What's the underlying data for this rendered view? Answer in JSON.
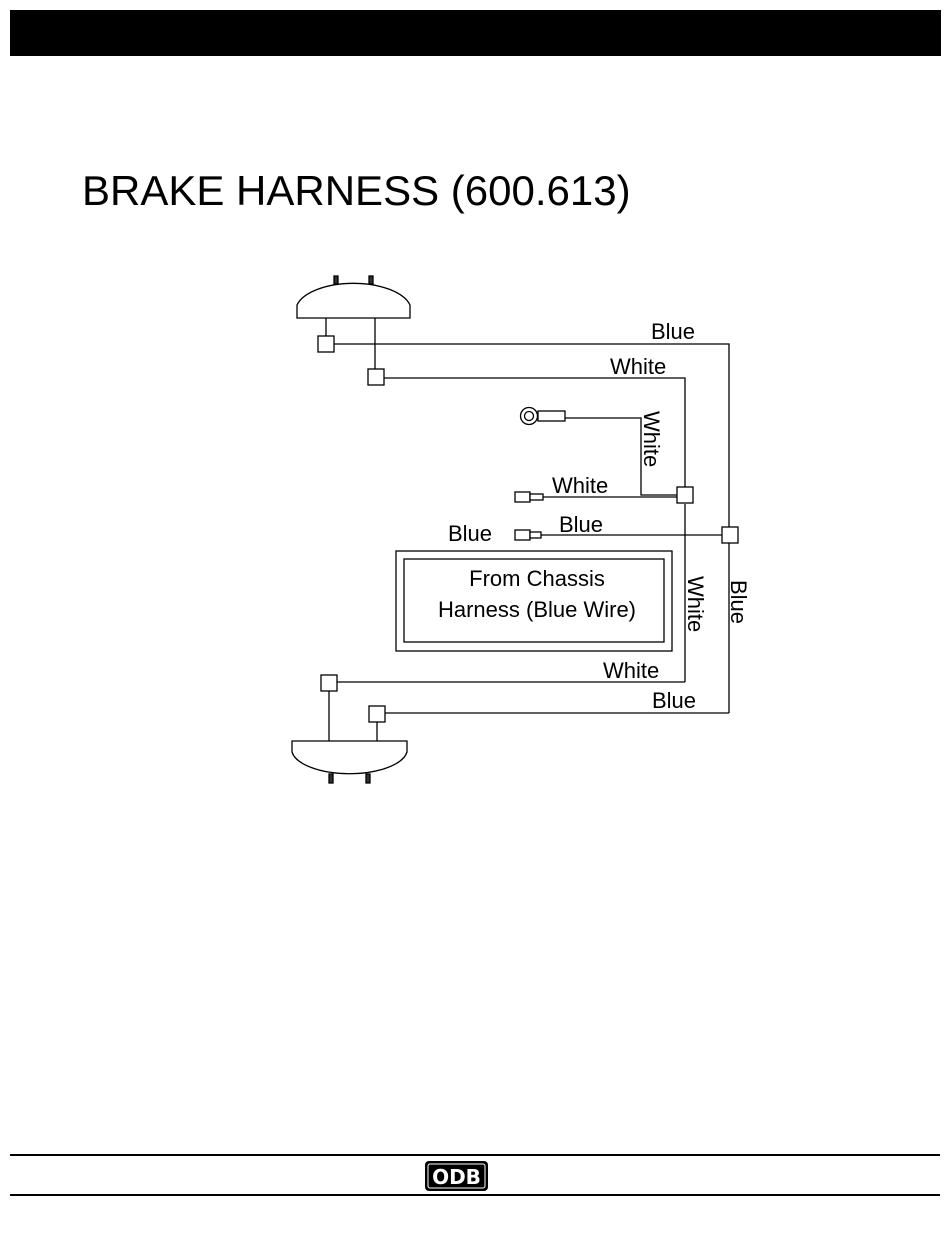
{
  "header": {
    "title": "BRAKE HARNESS (600.613)"
  },
  "diagram": {
    "wire_labels": {
      "top_blue": "Blue",
      "top_white": "White",
      "ring_white": "White",
      "connector_white": "White",
      "connector_blue": "Blue",
      "left_blue": "Blue",
      "vertical_white": "White",
      "vertical_blue": "Blue",
      "bottom_white": "White",
      "bottom_blue": "Blue"
    },
    "note": {
      "line1": "From Chassis",
      "line2": "Harness (Blue Wire)"
    }
  },
  "footer": {
    "logo_text": "ODB"
  }
}
